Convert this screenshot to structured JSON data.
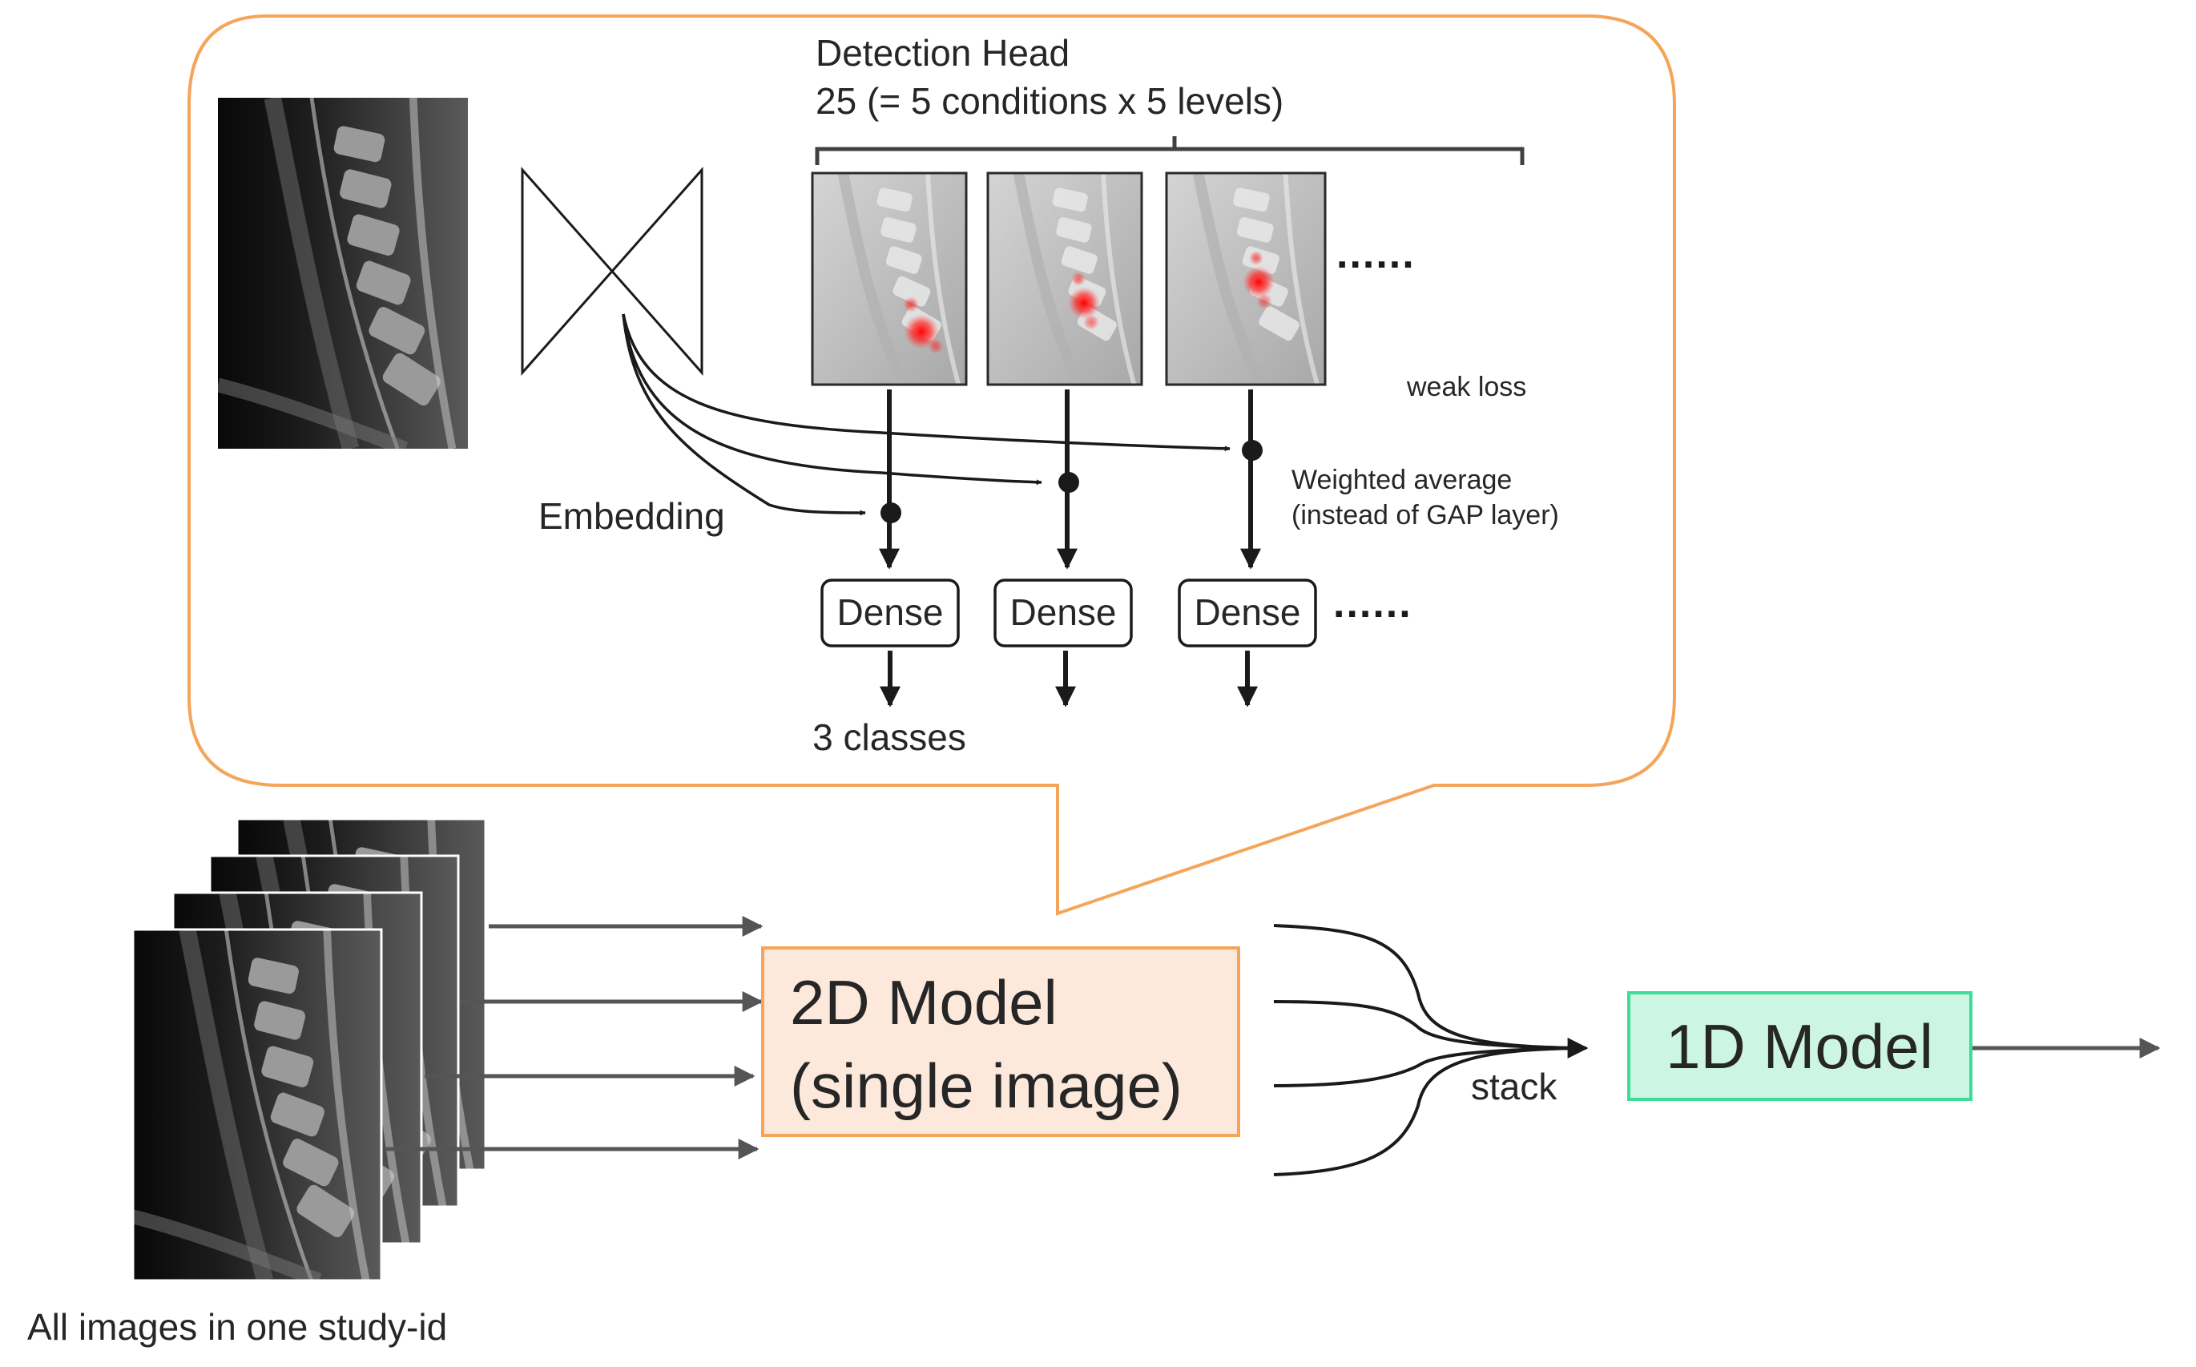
{
  "callout": {
    "head_title": "Detection Head",
    "head_subtitle": "25 (= 5 conditions x 5 levels)",
    "weak_loss": "weak loss",
    "embedding": "Embedding",
    "weighted_line1": "Weighted average",
    "weighted_line2": "(instead of GAP layer)",
    "dense_labels": [
      "Dense",
      "Dense",
      "Dense"
    ],
    "ellipsis_maps": "......",
    "ellipsis_dense": "......",
    "classes": "3 classes"
  },
  "pipeline": {
    "stack_caption": "All images in one study-id",
    "model2d_line1": "2D Model",
    "model2d_line2": "(single image)",
    "stack_label": "stack",
    "model1d": "1D Model"
  },
  "colors": {
    "callout_border": "#f4a55a",
    "model2d_fill": "#fde9dc",
    "model2d_border": "#f4a55a",
    "model1d_fill": "#ccf5e4",
    "model1d_border": "#3ddc97",
    "heat": "#ff1e1e",
    "line": "#1a1a1a",
    "arrow_grey": "#555555"
  }
}
